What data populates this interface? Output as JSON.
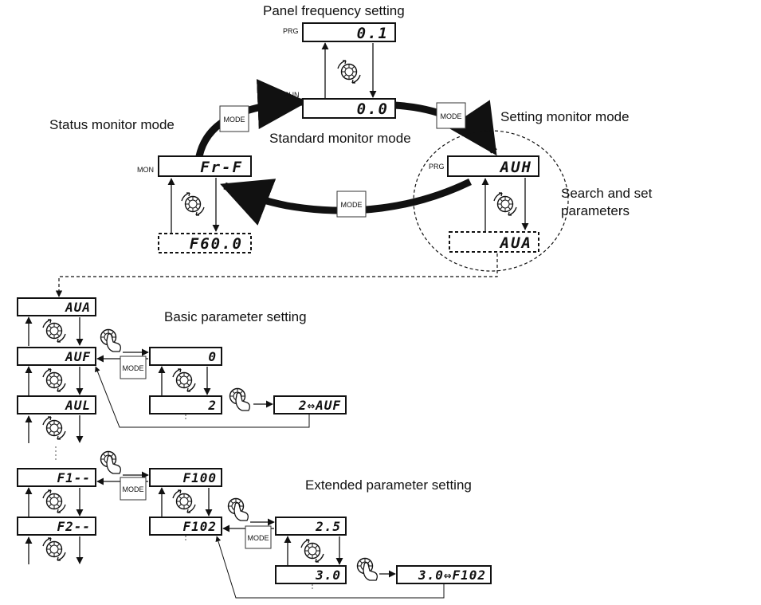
{
  "labels": {
    "panel_frequency": "Panel frequency setting",
    "status_monitor": "Status monitor mode",
    "standard_monitor": "Standard monitor mode",
    "setting_monitor": "Setting monitor mode",
    "search_set_1": "Search and set",
    "search_set_2": "parameters",
    "basic_param": "Basic parameter setting",
    "extended_param": "Extended parameter setting"
  },
  "indicators": {
    "prg": "PRG",
    "run": "RUN",
    "mon": "MON"
  },
  "mode_key": "MODE",
  "displays": {
    "panel_freq": "0.1",
    "standard": "0.0",
    "status": "Fr-F",
    "status_sub": "F60.0",
    "setting": "AUH",
    "setting_sub": "AUA",
    "list_aua": "AUA",
    "list_auf": "AUF",
    "list_aul": "AUL",
    "basic_value": "0",
    "basic_new": "2",
    "basic_result": "2⇔AUF",
    "list_f1": "F1--",
    "list_f2": "F2--",
    "ext_f100": "F100",
    "ext_f102": "F102",
    "ext_value": "2.5",
    "ext_new": "3.0",
    "ext_result": "3.0⇔F102"
  }
}
